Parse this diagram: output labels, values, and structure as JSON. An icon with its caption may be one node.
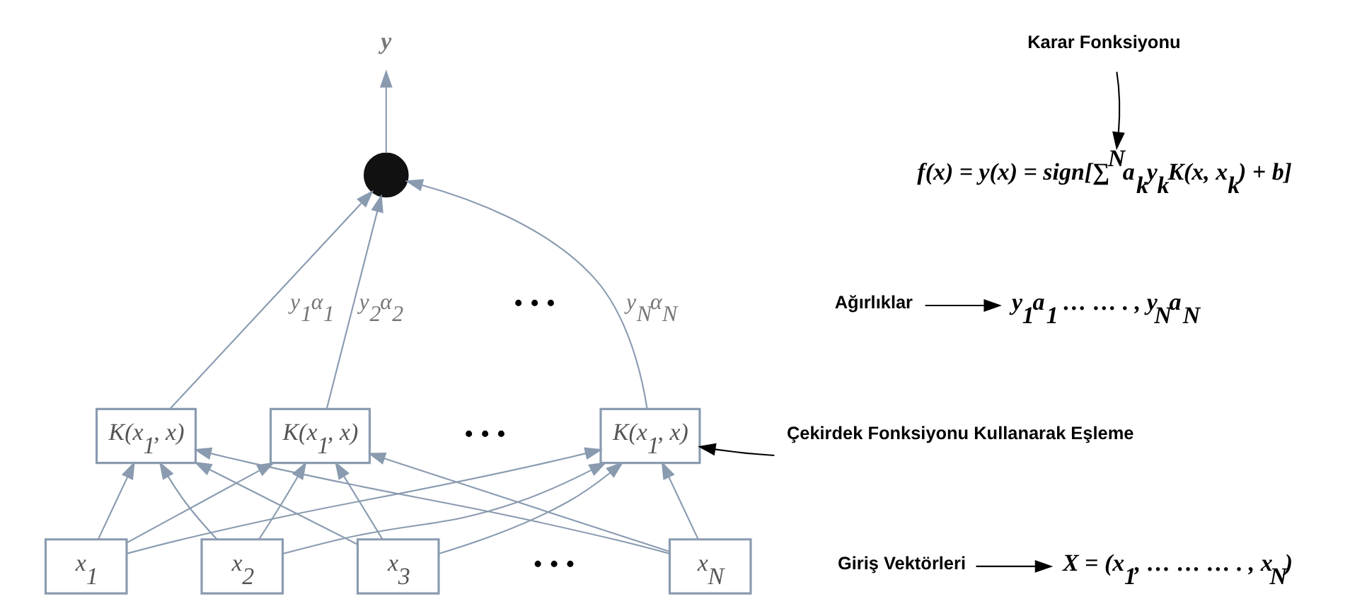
{
  "diagram": {
    "nodes": [
      {
        "text": [
          "y"
        ]
      },
      {
        "text": [
          "Karar Fonksiyonu"
        ]
      },
      {
        "text": [
          "f(x) = y(x) = sign[∑$^{N}$a$_{k}$y$_{k}$K(x, x$_{k}$) + b]"
        ]
      },
      {
        "text": [],
        "shape": "circle"
      },
      {
        "text": [
          "Ağırlıklar"
        ]
      },
      {
        "text": [
          "y$_{1}$a$_{1}$ … … . , y$_{N}$a$_{N}$"
        ]
      },
      {
        "text": [
          "K(x$_{1}$, x)"
        ]
      },
      {
        "text": [
          "K(x$_{1}$, x)"
        ]
      },
      {
        "text": [
          "K(x$_{1}$, x)"
        ]
      },
      {
        "text": [
          "Çekirdek Fonksiyonu Kullanarak Eşleme"
        ]
      },
      {
        "text": [
          "x$_{1}$"
        ]
      },
      {
        "text": [
          "x$_{2}$"
        ]
      },
      {
        "text": [
          "x$_{3}$"
        ]
      },
      {
        "text": [
          "x$_{N}$"
        ]
      },
      {
        "text": [
          "Giriş Vektörleri"
        ]
      },
      {
        "text": [
          "X = (x$_{1}$, … … … . , x$_{N}$)"
        ]
      }
    ],
    "edges": [
      {
        "from": 3,
        "to": 0,
        "arrow": "to"
      },
      {
        "from": 1,
        "to": 2,
        "arrow": "to",
        "color": "#000000"
      },
      {
        "from": 4,
        "to": 5,
        "arrow": "to",
        "color": "#000000"
      },
      {
        "from": 6,
        "to": 3,
        "arrow": "to",
        "label": "y$_{1}$α$_{1}$"
      },
      {
        "from": 7,
        "to": 3,
        "arrow": "to",
        "label": "y$_{2}$α$_{2}$"
      },
      {
        "from": 8,
        "to": 3,
        "arrow": "to",
        "label": "y$_{N}$α$_{N}$"
      },
      {
        "from": 9,
        "to": 8,
        "arrow": "to",
        "color": "#000000"
      },
      {
        "from": 10,
        "to": 6,
        "arrow": "to"
      },
      {
        "from": 10,
        "to": 7,
        "arrow": "to"
      },
      {
        "from": 10,
        "to": 8,
        "arrow": "to"
      },
      {
        "from": 11,
        "to": 6,
        "arrow": "to"
      },
      {
        "from": 11,
        "to": 7,
        "arrow": "to"
      },
      {
        "from": 11,
        "to": 8,
        "arrow": "to"
      },
      {
        "from": 12,
        "to": 6,
        "arrow": "to"
      },
      {
        "from": 12,
        "to": 7,
        "arrow": "to"
      },
      {
        "from": 12,
        "to": 8,
        "arrow": "to"
      },
      {
        "from": 13,
        "to": 6,
        "arrow": "to"
      },
      {
        "from": 13,
        "to": 7,
        "arrow": "to"
      },
      {
        "from": 13,
        "to": 8,
        "arrow": "to"
      },
      {
        "from": 14,
        "to": 15,
        "arrow": "to",
        "color": "#000000"
      }
    ],
    "labels": [
      "• • •",
      "• • •",
      "• • •"
    ]
  }
}
